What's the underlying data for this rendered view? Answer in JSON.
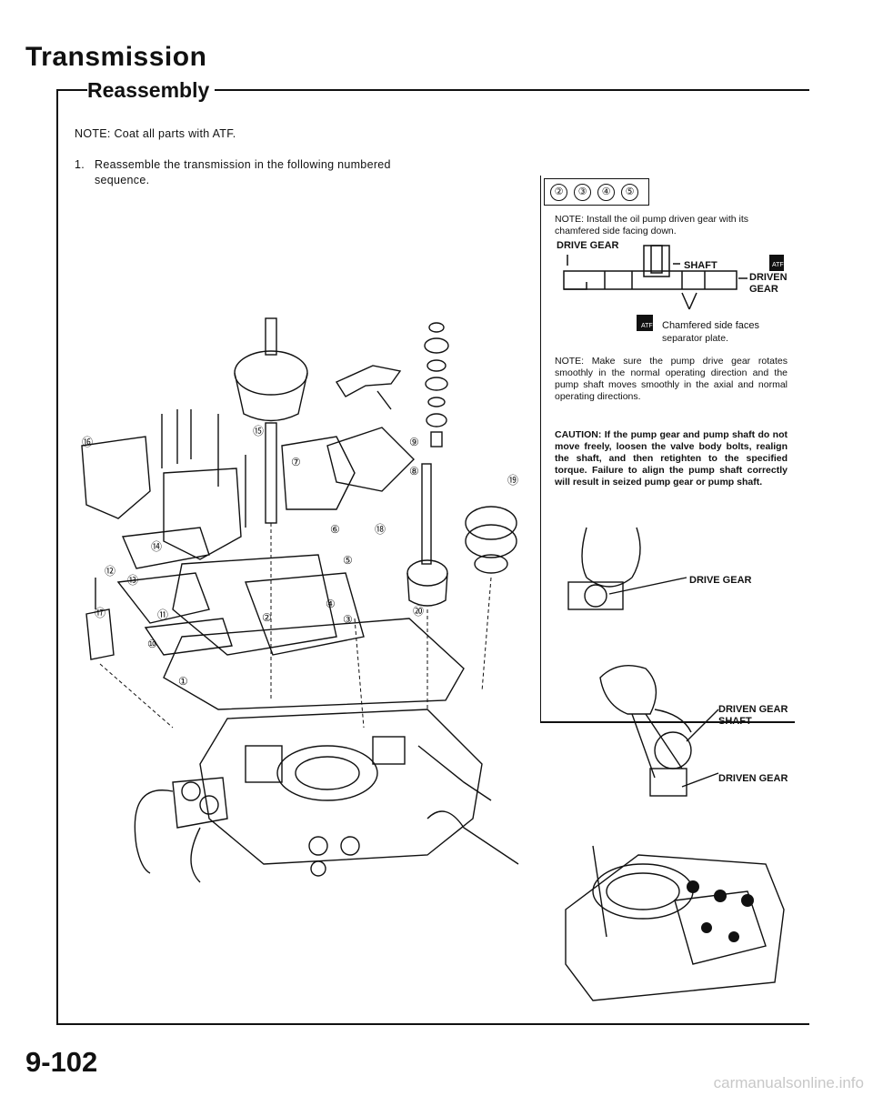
{
  "header": {
    "title": "Transmission",
    "section": "Reassembly"
  },
  "main": {
    "note": "NOTE:  Coat all parts with ATF.",
    "step_number": "1.",
    "step_text": "Reassemble the transmission in the following numbered sequence."
  },
  "callouts": [
    "①",
    "②",
    "③",
    "④",
    "⑤",
    "⑥",
    "⑦",
    "⑧",
    "⑨",
    "⑩",
    "⑪",
    "⑫",
    "⑬",
    "⑭",
    "⑮",
    "⑯",
    "⑰",
    "⑱",
    "⑲",
    "⑳"
  ],
  "panel": {
    "header_steps": [
      "②",
      "③",
      "④",
      "⑤"
    ],
    "note1": "NOTE: Install the oil pump driven gear with its chamfered side facing down.",
    "drive_gear": "DRIVE GEAR",
    "shaft": "SHAFT",
    "driven_gear_a": "DRIVEN",
    "driven_gear_b": "GEAR",
    "chamfered_a": "Chamfered side faces",
    "chamfered_b": "separator plate.",
    "atf_mark": "ATF",
    "note2": "NOTE: Make sure the pump drive gear rotates smoothly in the normal operating direction and the pump shaft moves smoothly in the axial and normal operating directions.",
    "caution": "CAUTION: If the pump gear and pump shaft do not move freely, loosen the valve body bolts, realign the shaft, and then retighten to the specified torque. Failure to align the pump shaft correctly will result in seized pump gear or pump shaft.",
    "drive_gear_2": "DRIVE GEAR",
    "driven_gear_shaft_a": "DRIVEN GEAR",
    "driven_gear_shaft_b": "SHAFT",
    "driven_gear_3": "DRIVEN GEAR"
  },
  "footer": {
    "page_code": "9-102",
    "watermark": "carmanualsonline.info"
  }
}
